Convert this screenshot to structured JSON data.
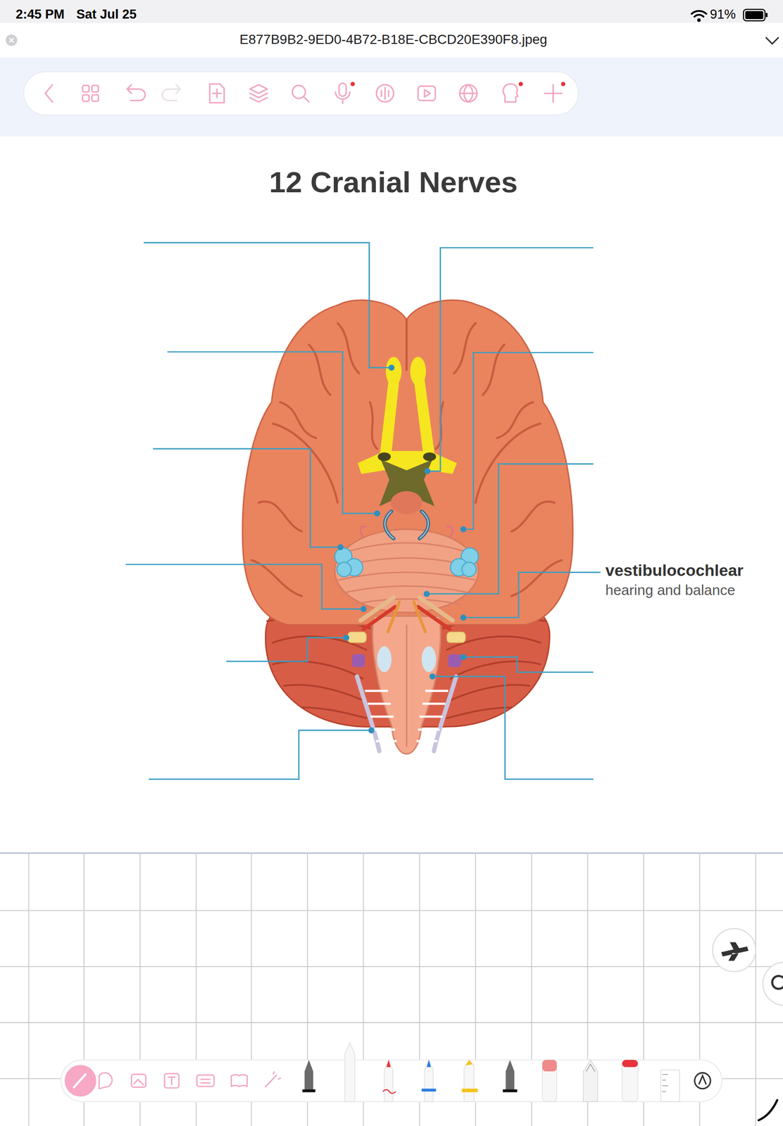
{
  "diagram": {
    "title": "12 Cranial Nerves",
    "labels": [
      "2:45 PM",
      "Sat Jul 25",
      "91%",
      "E877B9B2-9ED0-4B72-B18E-CBCD20E390F8.jpeg",
      "vestibulocochlear",
      "hearing and balance"
    ]
  }
}
